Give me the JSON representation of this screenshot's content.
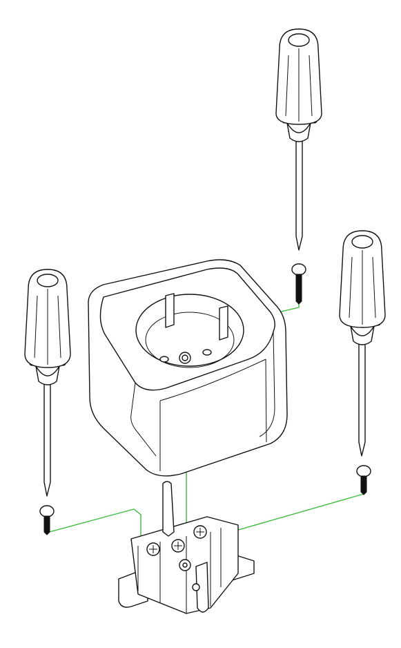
{
  "figure": {
    "kind": "exploded-assembly-illustration",
    "parts": [
      "socket-housing",
      "terminal-block",
      "screwdriver",
      "screw"
    ],
    "screwdriver_count": 3,
    "screw_count": 3
  },
  "colors": {
    "line": "#111111",
    "guide": "#3dbb3d",
    "background": "#ffffff"
  }
}
